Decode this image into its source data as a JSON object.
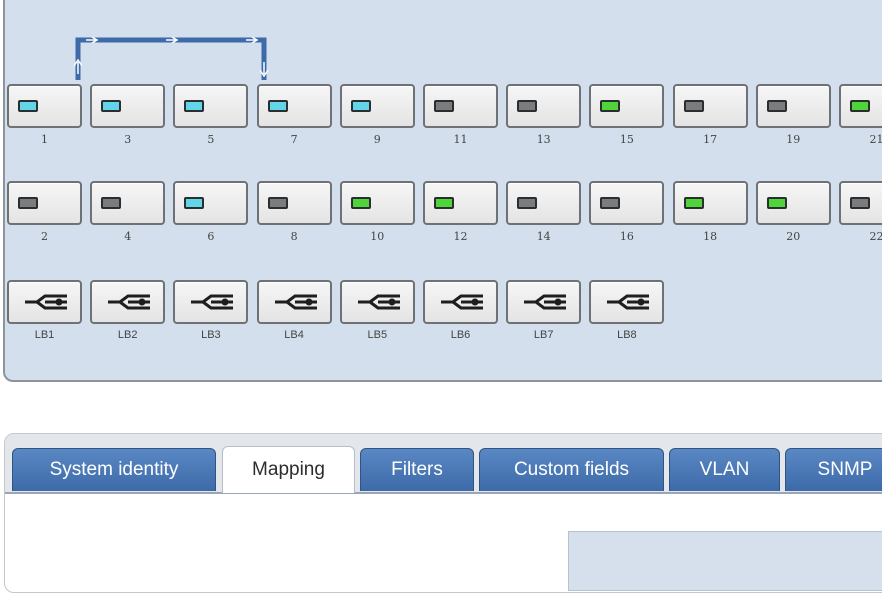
{
  "ports": {
    "top_row": [
      {
        "label": "1",
        "led": "blue"
      },
      {
        "label": "3",
        "led": "blue"
      },
      {
        "label": "5",
        "led": "blue"
      },
      {
        "label": "7",
        "led": "blue"
      },
      {
        "label": "9",
        "led": "blue"
      },
      {
        "label": "11",
        "led": "gray"
      },
      {
        "label": "13",
        "led": "gray"
      },
      {
        "label": "15",
        "led": "green"
      },
      {
        "label": "17",
        "led": "gray"
      },
      {
        "label": "19",
        "led": "gray"
      },
      {
        "label": "21",
        "led": "green"
      }
    ],
    "bottom_row": [
      {
        "label": "2",
        "led": "gray"
      },
      {
        "label": "4",
        "led": "gray"
      },
      {
        "label": "6",
        "led": "blue"
      },
      {
        "label": "8",
        "led": "gray"
      },
      {
        "label": "10",
        "led": "green"
      },
      {
        "label": "12",
        "led": "green"
      },
      {
        "label": "14",
        "led": "gray"
      },
      {
        "label": "16",
        "led": "gray"
      },
      {
        "label": "18",
        "led": "green"
      },
      {
        "label": "20",
        "led": "green"
      },
      {
        "label": "22",
        "led": "gray"
      }
    ],
    "lb_row": [
      {
        "label": "LB1"
      },
      {
        "label": "LB2"
      },
      {
        "label": "LB3"
      },
      {
        "label": "LB4"
      },
      {
        "label": "LB5"
      },
      {
        "label": "LB6"
      },
      {
        "label": "LB7"
      },
      {
        "label": "LB8"
      }
    ]
  },
  "led_colors": {
    "blue": "#62d6e8",
    "gray": "#7a7c7e",
    "green": "#4fd43a"
  },
  "connection_color": "#3d6aa8",
  "tabs": [
    {
      "label": "System identity"
    },
    {
      "label": "Mapping"
    },
    {
      "label": "Filters"
    },
    {
      "label": "Custom fields"
    },
    {
      "label": "VLAN"
    },
    {
      "label": "SNMP"
    }
  ],
  "active_tab": "Mapping"
}
